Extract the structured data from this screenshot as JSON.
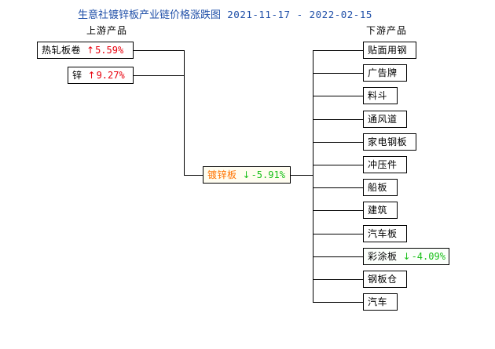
{
  "chart_data": {
    "type": "diagram",
    "title": "生意社镀锌板产业链价格涨跌图",
    "date_range": "2021-11-17 - 2022-02-15",
    "upstream_header": "上游产品",
    "downstream_header": "下游产品",
    "center": {
      "name": "镀锌板",
      "arrow": "↓",
      "change": "-5.91%",
      "direction": "down"
    },
    "upstream": [
      {
        "name": "热轧板卷",
        "arrow": "↑",
        "change": "5.59%",
        "direction": "up"
      },
      {
        "name": "锌",
        "arrow": "↑",
        "change": "9.27%",
        "direction": "up"
      }
    ],
    "downstream": [
      {
        "name": "贴面用钢",
        "arrow": "",
        "change": "",
        "direction": "none"
      },
      {
        "name": "广告牌",
        "arrow": "",
        "change": "",
        "direction": "none"
      },
      {
        "name": "料斗",
        "arrow": "",
        "change": "",
        "direction": "none"
      },
      {
        "name": "通风道",
        "arrow": "",
        "change": "",
        "direction": "none"
      },
      {
        "name": "家电钢板",
        "arrow": "",
        "change": "",
        "direction": "none"
      },
      {
        "name": "冲压件",
        "arrow": "",
        "change": "",
        "direction": "none"
      },
      {
        "name": "船板",
        "arrow": "",
        "change": "",
        "direction": "none"
      },
      {
        "name": "建筑",
        "arrow": "",
        "change": "",
        "direction": "none"
      },
      {
        "name": "汽车板",
        "arrow": "",
        "change": "",
        "direction": "none"
      },
      {
        "name": "彩涂板",
        "arrow": "↓",
        "change": "-4.09%",
        "direction": "down"
      },
      {
        "name": "钢板仓",
        "arrow": "",
        "change": "",
        "direction": "none"
      },
      {
        "name": "汽车",
        "arrow": "",
        "change": "",
        "direction": "none"
      }
    ],
    "colors": {
      "title": "#1f4fa8",
      "up": "#e8000d",
      "down": "#18c018",
      "center_name": "#ff7300",
      "center_bg": "#fffdf0",
      "box_border": "#000000",
      "text": "#000000"
    }
  },
  "header": {
    "title": "生意社镀锌板产业链价格涨跌图",
    "date_range": "2021-11-17 - 2022-02-15"
  },
  "labels": {
    "upstream_header": "上游产品",
    "downstream_header": "下游产品"
  },
  "center": {
    "name": "镀锌板",
    "arrow": "↓",
    "change": "-5.91%"
  },
  "upstream": [
    {
      "name": "热轧板卷",
      "arrow": "↑",
      "change": "5.59%"
    },
    {
      "name": "锌",
      "arrow": "↑",
      "change": "9.27%"
    }
  ],
  "downstream": [
    {
      "name": "贴面用钢",
      "arrow": "",
      "change": ""
    },
    {
      "name": "广告牌",
      "arrow": "",
      "change": ""
    },
    {
      "name": "料斗",
      "arrow": "",
      "change": ""
    },
    {
      "name": "通风道",
      "arrow": "",
      "change": ""
    },
    {
      "name": "家电钢板",
      "arrow": "",
      "change": ""
    },
    {
      "name": "冲压件",
      "arrow": "",
      "change": ""
    },
    {
      "name": "船板",
      "arrow": "",
      "change": ""
    },
    {
      "name": "建筑",
      "arrow": "",
      "change": ""
    },
    {
      "name": "汽车板",
      "arrow": "",
      "change": ""
    },
    {
      "name": "彩涂板",
      "arrow": "↓",
      "change": "-4.09%"
    },
    {
      "name": "钢板仓",
      "arrow": "",
      "change": ""
    },
    {
      "name": "汽车",
      "arrow": "",
      "change": ""
    }
  ]
}
